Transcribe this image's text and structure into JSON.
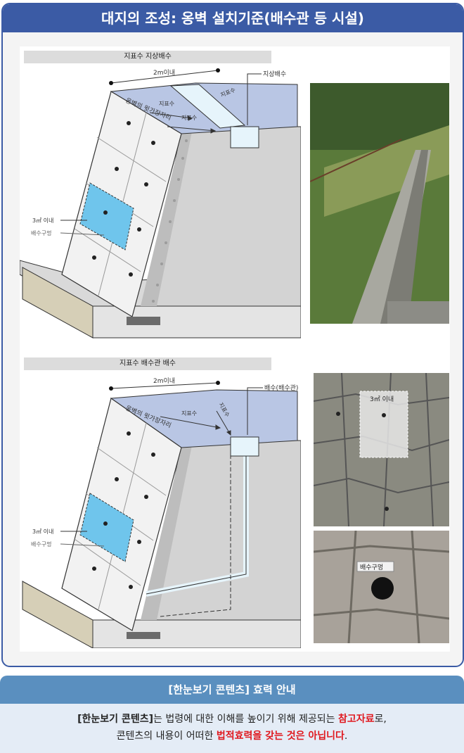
{
  "header": {
    "title": "대지의 조성: 옹벽 설치기준(배수관 등 시설)"
  },
  "section1": {
    "label": "지표수 지상배수",
    "width_label": "2m이내",
    "drain_label": "지상배수",
    "wall_top_label": "옹벽의 윗가장자리",
    "flow_labels": [
      "지표수",
      "지표수",
      "지표수"
    ],
    "area_label": "3㎡ 이내",
    "hole_label": "배수구멍"
  },
  "section2": {
    "label": "지표수 배수관 배수",
    "width_label": "2m이내",
    "drain_label": "배수(배수관)",
    "wall_top_label": "옹벽의 윗가장자리",
    "flow_labels": [
      "지표수",
      "지표수"
    ],
    "area_label": "3㎡ 이내",
    "hole_label": "배수구멍"
  },
  "photos": {
    "stone_wall_area_label": "3㎡ 이내",
    "hole_closeup_label": "배수구멍"
  },
  "notice": {
    "heading": "[한눈보기 콘텐츠] 효력 안내",
    "line1_part1": "[한눈보기 콘텐츠]",
    "line1_part2": "는 법령에 대한 이해를 높이기 위해 제공되는 ",
    "line1_part3": "참고자료",
    "line1_part4": "로,",
    "line2_part1": "콘텐츠의 내용이 어떠한 ",
    "line2_part2": "법적효력을 갖는 것은 아닙니다",
    "line2_part3": "."
  },
  "colors": {
    "header_bg": "#3b5ba5",
    "notice_head_bg": "#5a8fbf",
    "notice_body_bg": "#e4ecf6",
    "highlight_red": "#e0191f",
    "area_fill": "#6fc5ec"
  }
}
